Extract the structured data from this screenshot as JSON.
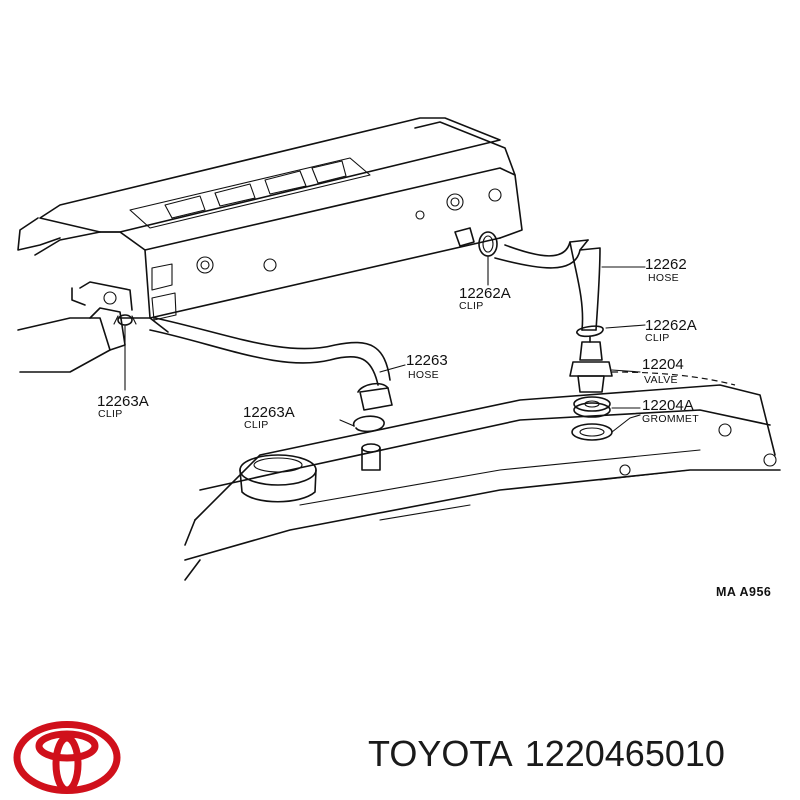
{
  "diagram": {
    "labels": [
      {
        "id": "hose-12262",
        "number": "12262",
        "name": "HOSE"
      },
      {
        "id": "clip-12262a-upper",
        "number": "12262A",
        "name": "CLIP"
      },
      {
        "id": "clip-12262a-lower",
        "number": "12262A",
        "name": "CLIP"
      },
      {
        "id": "valve-12204",
        "number": "12204",
        "name": "VALVE"
      },
      {
        "id": "grommet-12204a",
        "number": "12204A",
        "name": "GROMMET"
      },
      {
        "id": "hose-12263",
        "number": "12263",
        "name": "HOSE"
      },
      {
        "id": "clip-12263a-left",
        "number": "12263A",
        "name": "CLIP"
      },
      {
        "id": "clip-12263a-center",
        "number": "12263A",
        "name": "CLIP"
      }
    ],
    "reference_code": "MA A956"
  },
  "footer": {
    "brand": "TOYOTA",
    "part_number": "1220465010",
    "accent_color": "#d0101b"
  }
}
